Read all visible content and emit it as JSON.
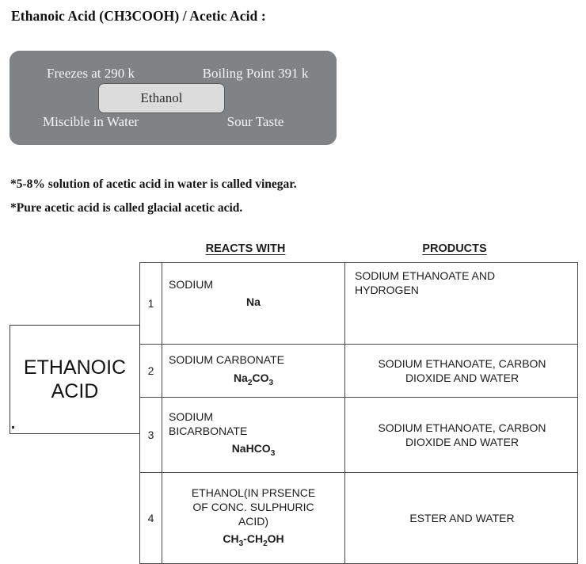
{
  "page": {
    "title": "Ethanoic Acid (CH3COOH) / Acetic Acid :"
  },
  "properties_box": {
    "center_label": "Ethanol",
    "fill_color": "#808385",
    "text_color": "#f4f4f4",
    "cells": [
      {
        "label": "Freezes at 290 k"
      },
      {
        "label": "Boiling Point 391 k"
      },
      {
        "label": "Miscible in Water"
      },
      {
        "label": "Sour Taste"
      }
    ]
  },
  "notes": [
    "*5-8% solution of acetic acid in water is called vinegar.",
    "*Pure acetic acid is called glacial acetic acid."
  ],
  "table": {
    "row_label": {
      "line1": "ETHANOIC",
      "line2": "ACID"
    },
    "headers": {
      "reacts_with": "REACTS WITH",
      "products": "PRODUCTS"
    },
    "rows": [
      {
        "num": "1",
        "reactant_name": "SODIUM",
        "reactant_formula": "Na",
        "product_line1": "SODIUM ETHANOATE AND",
        "product_line2": "HYDROGEN"
      },
      {
        "num": "2",
        "reactant_name": "SODIUM CARBONATE",
        "reactant_formula": "Na2CO3",
        "product_line1": "SODIUM ETHANOATE, CARBON",
        "product_line2": "DIOXIDE AND WATER"
      },
      {
        "num": "3",
        "reactant_name_line1": "SODIUM",
        "reactant_name_line2": "BICARBONATE",
        "reactant_formula": "NaHCO3",
        "product_line1": "SODIUM ETHANOATE, CARBON",
        "product_line2": "DIOXIDE AND WATER"
      },
      {
        "num": "4",
        "reactant_name_line1": "ETHANOL(IN PRSENCE",
        "reactant_name_line2": "OF CONC. SULPHURIC",
        "reactant_name_line3": "ACID)",
        "reactant_formula": "CH3-CH2OH",
        "product_line1": "ESTER AND WATER"
      }
    ]
  }
}
